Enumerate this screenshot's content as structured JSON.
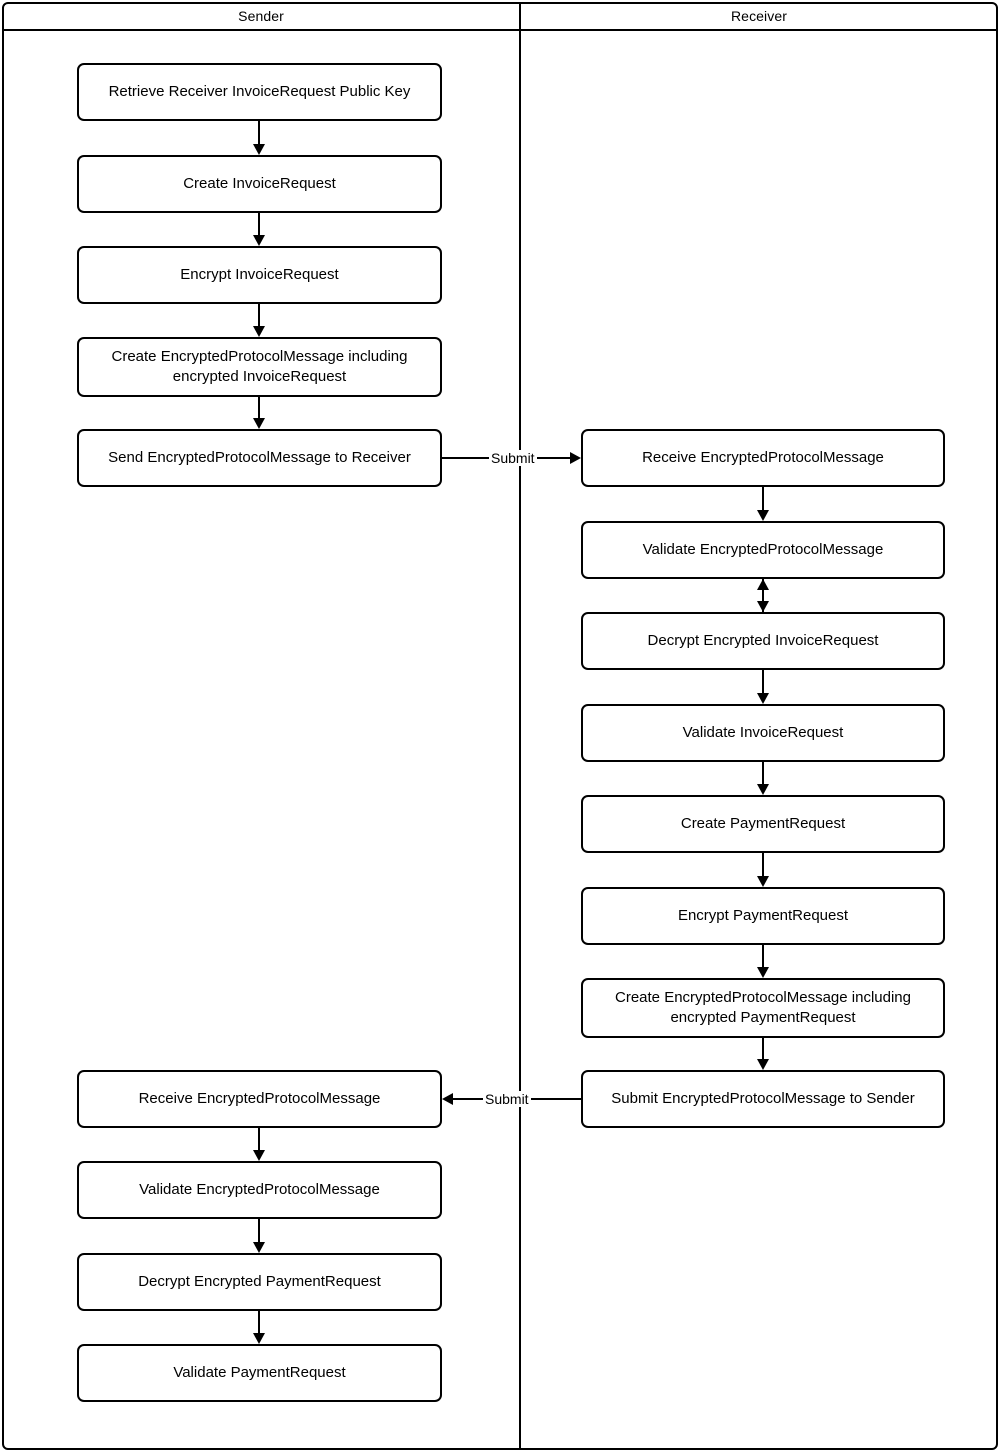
{
  "diagram": {
    "type": "swimlane-flowchart",
    "background_color": "#ffffff",
    "line_color": "#000000",
    "lanes": [
      {
        "id": "sender",
        "title": "Sender"
      },
      {
        "id": "receiver",
        "title": "Receiver"
      }
    ],
    "sender_nodes": [
      {
        "id": "s1",
        "label": "Retrieve Receiver InvoiceRequest Public Key"
      },
      {
        "id": "s2",
        "label": "Create InvoiceRequest"
      },
      {
        "id": "s3",
        "label": "Encrypt InvoiceRequest"
      },
      {
        "id": "s4",
        "label": "Create EncryptedProtocolMessage including\nencrypted InvoiceRequest"
      },
      {
        "id": "s5",
        "label": "Send EncryptedProtocolMessage to Receiver"
      },
      {
        "id": "s6",
        "label": "Receive EncryptedProtocolMessage"
      },
      {
        "id": "s7",
        "label": "Validate EncryptedProtocolMessage"
      },
      {
        "id": "s8",
        "label": "Decrypt Encrypted PaymentRequest"
      },
      {
        "id": "s9",
        "label": "Validate PaymentRequest"
      }
    ],
    "receiver_nodes": [
      {
        "id": "r1",
        "label": "Receive EncryptedProtocolMessage"
      },
      {
        "id": "r2",
        "label": "Validate EncryptedProtocolMessage"
      },
      {
        "id": "r3",
        "label": "Decrypt Encrypted InvoiceRequest"
      },
      {
        "id": "r4",
        "label": "Validate InvoiceRequest"
      },
      {
        "id": "r5",
        "label": "Create PaymentRequest"
      },
      {
        "id": "r6",
        "label": "Encrypt PaymentRequest"
      },
      {
        "id": "r7",
        "label": "Create EncryptedProtocolMessage including\nencrypted PaymentRequest"
      },
      {
        "id": "r8",
        "label": "Submit EncryptedProtocolMessage to Sender"
      }
    ],
    "cross_lane_edges": [
      {
        "id": "e-submit-1",
        "label": "Submit",
        "from": "s5",
        "to": "r1",
        "direction": "right"
      },
      {
        "id": "e-submit-2",
        "label": "Submit",
        "from": "r8",
        "to": "s6",
        "direction": "left"
      }
    ]
  }
}
